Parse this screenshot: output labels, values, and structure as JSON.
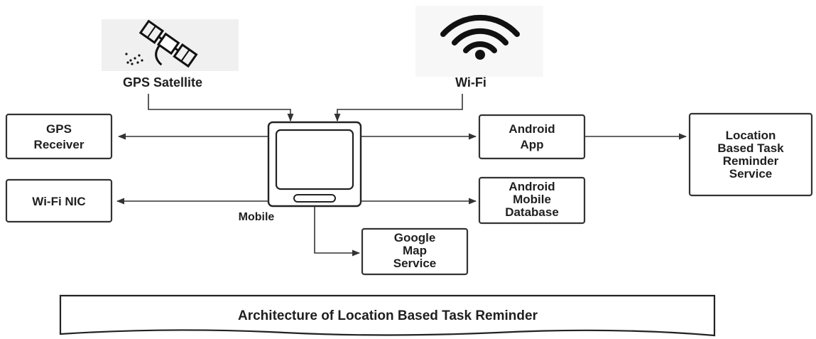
{
  "labels": {
    "gps_satellite": "GPS Satellite",
    "wifi": "Wi-Fi",
    "mobile": "Mobile",
    "gps_receiver": [
      "GPS",
      "Receiver"
    ],
    "wifi_nic": [
      "Wi-Fi NIC"
    ],
    "android_app": [
      "Android",
      "App"
    ],
    "android_mobile_database": [
      "Android",
      "Mobile",
      "Database"
    ],
    "google_map_service": [
      "Google",
      "Map",
      "Service"
    ],
    "location_based_task_reminder_service": [
      "Location",
      "Based Task",
      "Reminder",
      "Service"
    ],
    "caption": "Architecture of Location Based Task Reminder"
  },
  "icons": {
    "satellite": "satellite-icon",
    "wifi": "wifi-icon",
    "mobile": "mobile-phone-icon"
  },
  "colors": {
    "stroke": "#333333",
    "text": "#1f1f1f",
    "icon": "#111111",
    "icon_bg": "#eeeeee"
  }
}
